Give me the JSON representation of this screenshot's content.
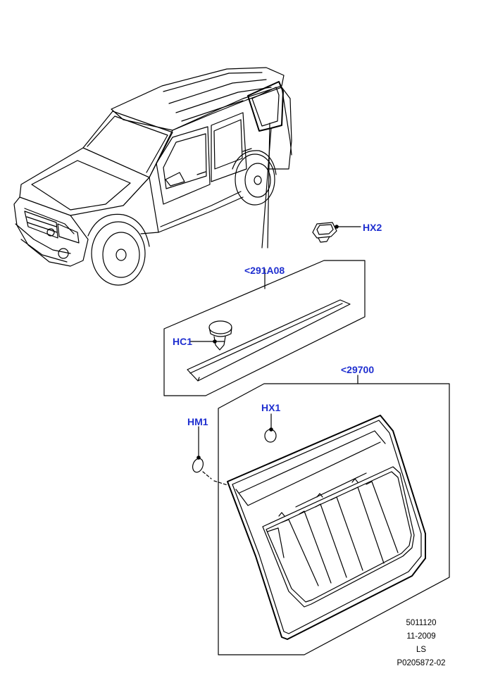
{
  "colors": {
    "callout": "#1f2fd0",
    "line": "#000000",
    "background": "#ffffff"
  },
  "callouts": {
    "hx2": "HX2",
    "part_291a08": "<291A08",
    "hc1": "HC1",
    "part_29700": "<29700",
    "hx1": "HX1",
    "hm1": "HM1"
  },
  "meta": {
    "code": "5011120",
    "date": "11-2009",
    "initials": "LS",
    "ref": "P0205872-02"
  },
  "icons": [
    "vehicle-outline",
    "clip-hx2",
    "fastener-hc1",
    "moulding-strip",
    "grommet-hx1",
    "o-ring-hm1",
    "side-glass-panel"
  ]
}
